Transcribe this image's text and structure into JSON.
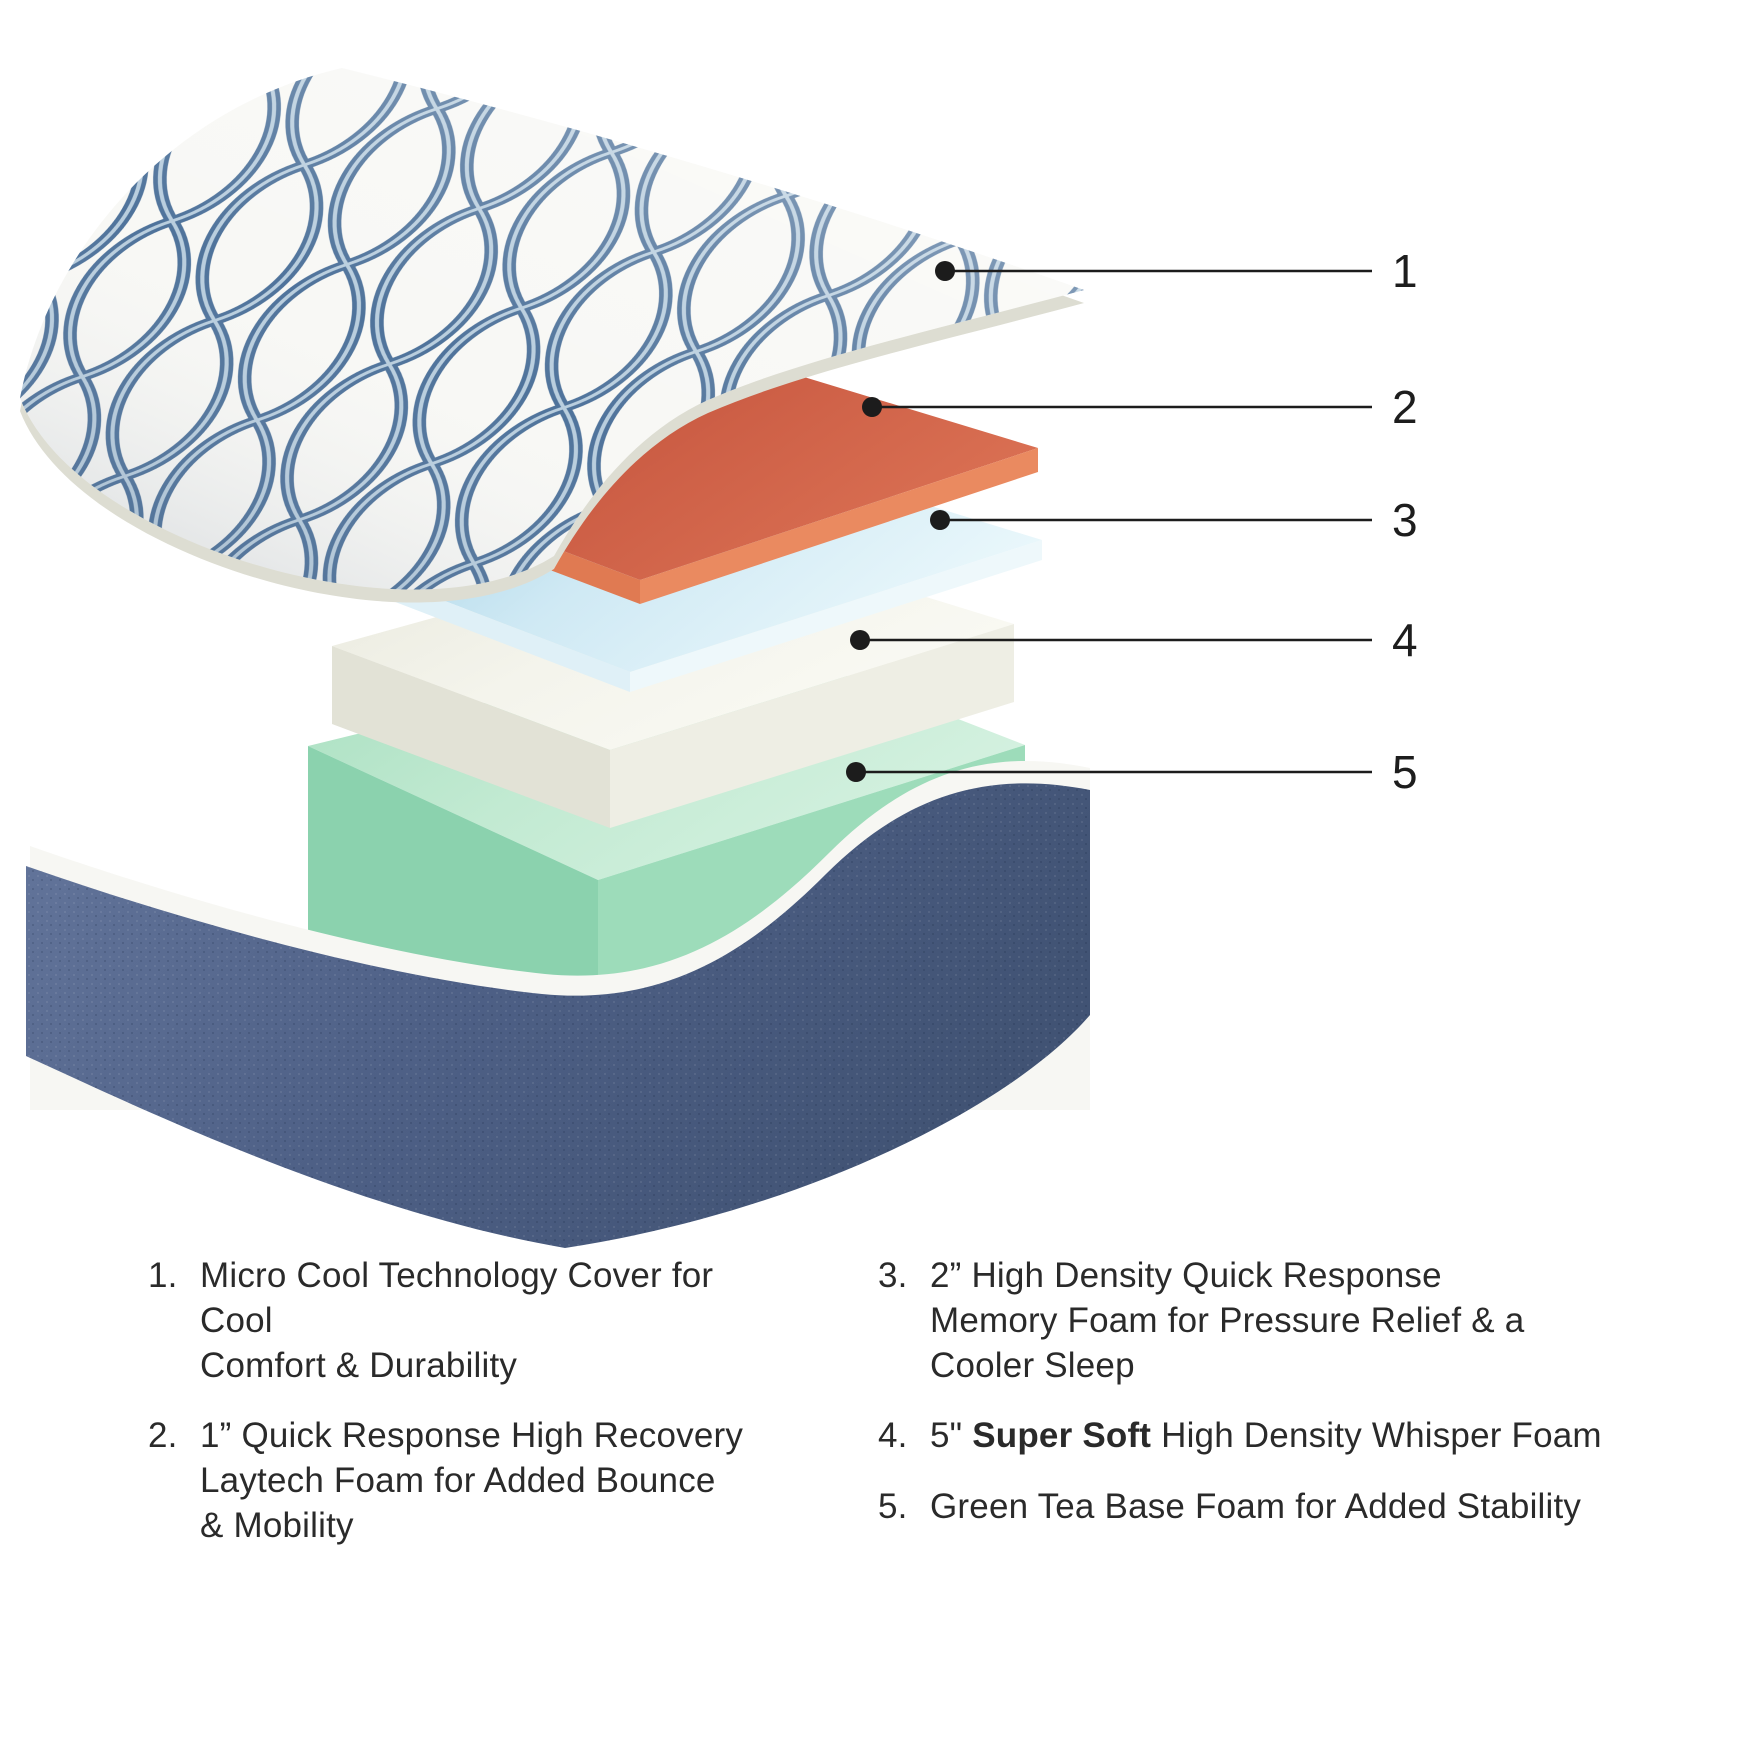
{
  "diagram": {
    "callouts": [
      {
        "label": "1"
      },
      {
        "label": "2"
      },
      {
        "label": "3"
      },
      {
        "label": "4"
      },
      {
        "label": "5"
      }
    ],
    "colors": {
      "cover_pattern_blue": "#4f739b",
      "layer2_laytech_orange": "#cb5740",
      "layer3_memory_foam_blue": "#cfe8f4",
      "layer4_whisper_foam_white": "#f3f3ec",
      "layer5_green_tea_foam": "#bde6cd",
      "base_fabric_denim": "#55688c",
      "callout_line": "#1c1c1c"
    }
  },
  "legend": {
    "items_left": [
      {
        "num": "1.",
        "text": "Micro Cool Technology Cover for Cool\nComfort & Durability"
      },
      {
        "num": "2.",
        "text": "1” Quick Response High Recovery\nLaytech Foam for Added Bounce\n& Mobility"
      }
    ],
    "items_right": [
      {
        "num": "3.",
        "text": "2” High Density Quick Response\nMemory Foam for Pressure Relief & a\nCooler Sleep"
      },
      {
        "num": "4.",
        "text_pre": "5\" ",
        "text_bold": "Super Soft",
        "text_post": " High Density Whisper Foam"
      },
      {
        "num": "5.",
        "text": "Green Tea Base Foam for Added Stability"
      }
    ]
  }
}
